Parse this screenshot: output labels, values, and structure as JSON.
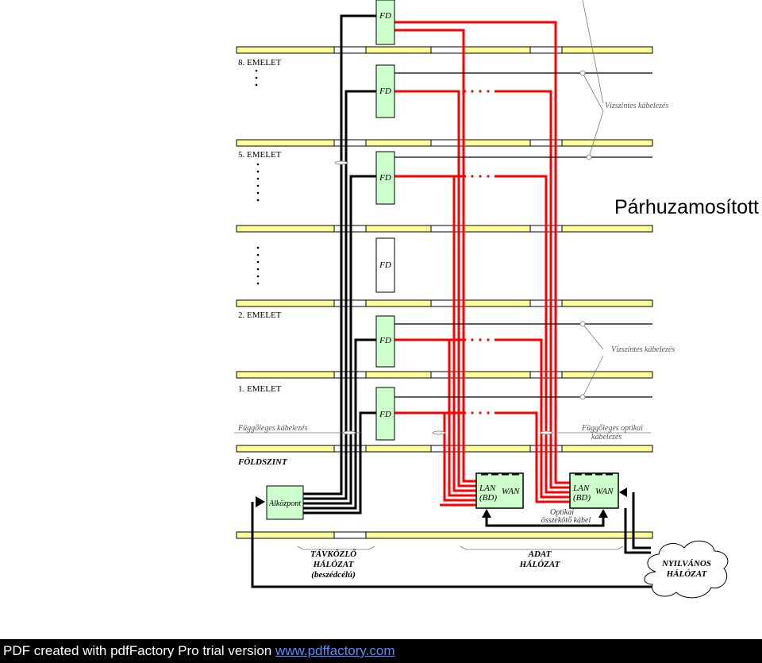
{
  "title": "Párhuzamosított",
  "floors": {
    "f8": "8. EMELET",
    "f5": "5. EMELET",
    "f2": "2. EMELET",
    "f1": "1. EMELET",
    "ground": "FÖLDSZINT"
  },
  "fd_label": "FD",
  "labels": {
    "horizontal_top": "Vízszintes kábelezés",
    "horizontal_lower": "Vízszintes kábelezés",
    "vertical_cabling": "Függőleges kábelezés",
    "vertical_optical_1": "Függőleges optikai",
    "vertical_optical_2": "kábelezés",
    "pbx": "Alközpont",
    "lan": "LAN",
    "bd": "(BD)",
    "wan": "WAN",
    "optical_link_1": "Optikai",
    "optical_link_2": "összekötő kábel",
    "telecom_1": "TÁVKÖZLŐ",
    "telecom_2": "HÁLÓZAT",
    "telecom_3": "(beszédcélú)",
    "data_1": "ADAT",
    "data_2": "HÁLÓZAT",
    "public_1": "NYILVÁNOS",
    "public_2": "HÁLÓZAT"
  },
  "colors": {
    "floor_band": "#ffff99",
    "fd_fill": "#ccffcc",
    "copper_cable": "#000000",
    "fiber_cable": "#ff0000"
  },
  "footer": {
    "text": "PDF created with pdfFactory Pro trial version ",
    "link": "www.pdffactory.com"
  }
}
